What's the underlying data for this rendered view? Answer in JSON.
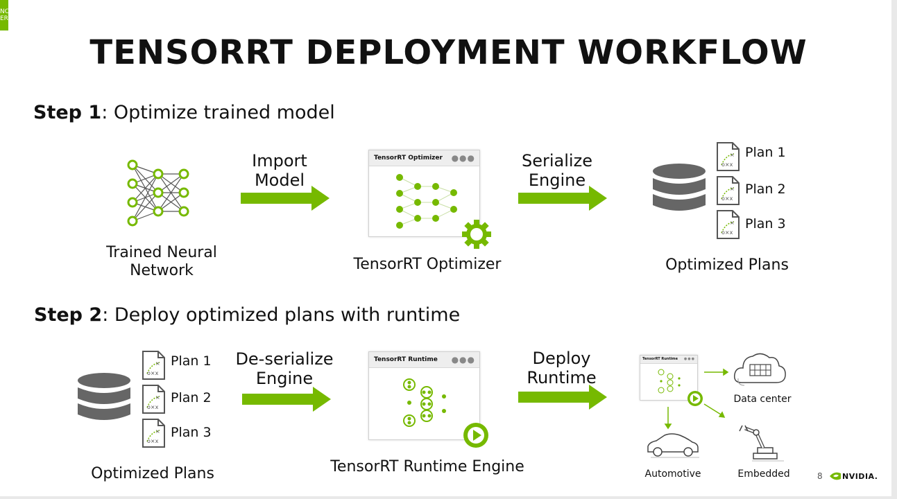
{
  "title": "TENSORRT DEPLOYMENT WORKFLOW",
  "corner": {
    "line1": "NC",
    "line2": "ER"
  },
  "step1": {
    "prefix": "Step 1",
    "rest": ": Optimize trained model"
  },
  "step2": {
    "prefix": "Step 2",
    "rest": ": Deploy optimized plans with runtime"
  },
  "row1": {
    "network_label_line1": "Trained Neural",
    "network_label_line2": "Network",
    "arrow1_line1": "Import",
    "arrow1_line2": "Model",
    "optimizer_window_title": "TensorRT Optimizer",
    "optimizer_label": "TensorRT Optimizer",
    "arrow2_line1": "Serialize",
    "arrow2_line2": "Engine",
    "plans": [
      "Plan 1",
      "Plan 2",
      "Plan 3"
    ],
    "plans_label": "Optimized Plans"
  },
  "row2": {
    "plans": [
      "Plan 1",
      "Plan 2",
      "Plan 3"
    ],
    "plans_label": "Optimized Plans",
    "arrow1_line1": "De-serialize",
    "arrow1_line2": "Engine",
    "runtime_window_title": "TensorRT Runtime",
    "runtime_label": "TensorRT Runtime Engine",
    "arrow2_line1": "Deploy",
    "arrow2_line2": "Runtime",
    "mini_window_title": "TensorRT Runtime",
    "targets": [
      "Data center",
      "Automotive",
      "Embedded"
    ]
  },
  "footer": {
    "page_number": "8",
    "brand": "NVIDIA."
  },
  "colors": {
    "accent": "#76b900",
    "db": "#666666",
    "text": "#111111"
  }
}
